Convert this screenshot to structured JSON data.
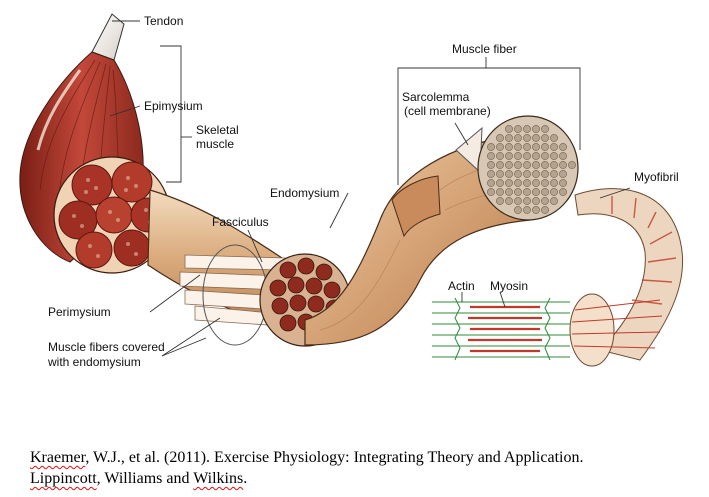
{
  "labels": {
    "tendon": "Tendon",
    "epimysium": "Epimysium",
    "skeletal_line1": "Skeletal",
    "skeletal_line2": "muscle",
    "perimysium": "Perimysium",
    "mf_covered_line1": "Muscle fibers covered",
    "mf_covered_line2": "with endomysium",
    "fasciculus": "Fasciculus",
    "endomysium": "Endomysium",
    "muscle_fiber": "Muscle fiber",
    "sarcolemma_line1": "Sarcolemma",
    "sarcolemma_line2": "(cell membrane)",
    "myofibril": "Myofibril",
    "actin": "Actin",
    "myosin": "Myosin"
  },
  "citation": {
    "author": "Kraemer",
    "rest_line1": ", W.J., et al. (2011). Exercise Physiology: Integrating Theory and Application.",
    "publisher1": "Lippincott",
    "middle": ", Williams and ",
    "publisher2": "Wilkins",
    "end": "."
  },
  "colors": {
    "muscle_red": "#b0392a",
    "muscle_dark": "#7a1e14",
    "tan": "#d9a97a",
    "tan_light": "#f2d7b8",
    "fiber_gray": "#b9aa98",
    "spellcheck_red": "#dd1111"
  }
}
